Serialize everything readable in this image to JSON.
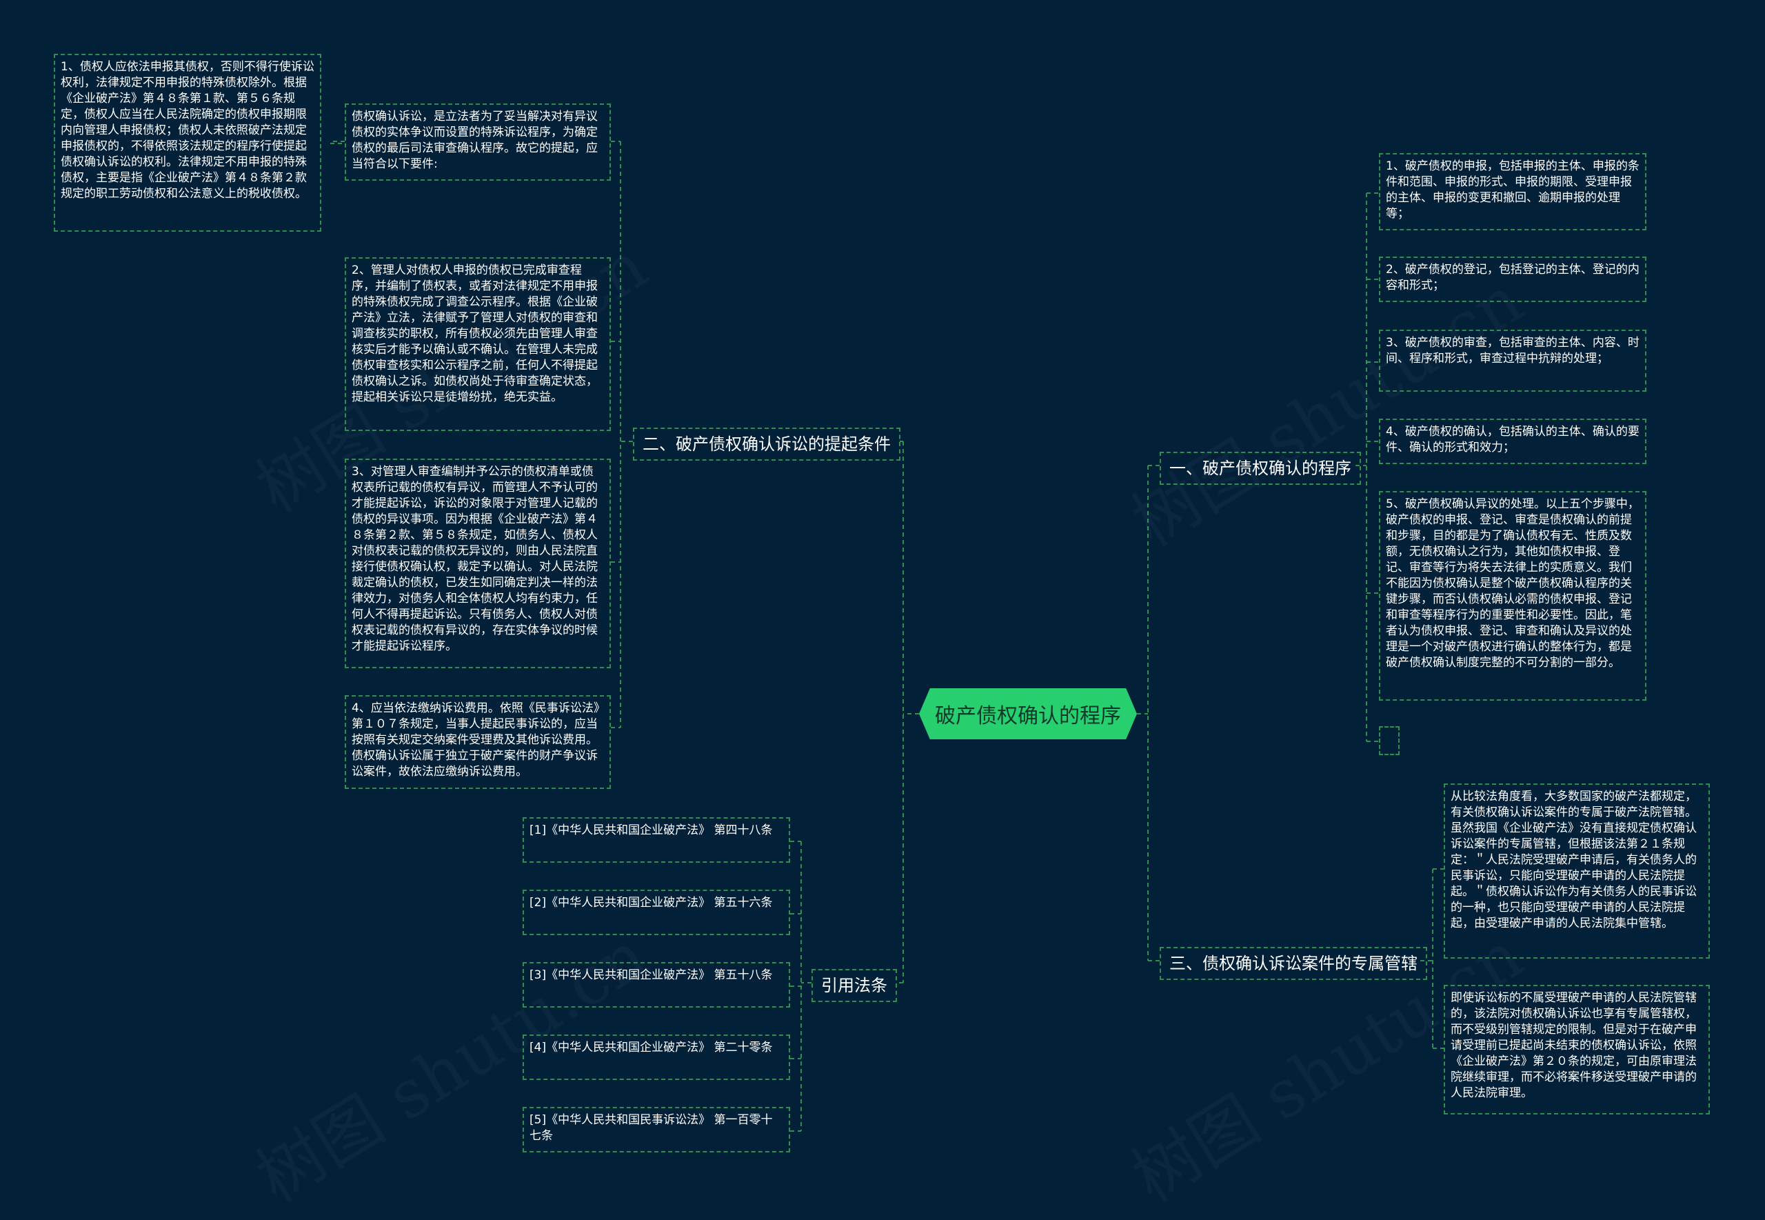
{
  "watermark": "树图 shutu.cn",
  "root": "破产债权确认的程序",
  "branches": {
    "procedure": "一、破产债权确认的程序",
    "conditions": "二、破产债权确认诉讼的提起条件",
    "jurisdiction": "三、债权确认诉讼案件的专属管辖",
    "laws": "引用法条"
  },
  "conditions_intro": "债权确认诉讼，是立法者为了妥当解决对有异议债权的实体争议而设置的特殊诉讼程序，为确定债权的最后司法审查确认程序。故它的提起，应当符合以下要件:",
  "conditions_items": [
    "1、债权人应依法申报其债权，否则不得行使诉讼权利，法律规定不用申报的特殊债权除外。根据《企业破产法》第４８条第１款、第５６条规定，债权人应当在人民法院确定的债权申报期限内向管理人申报债权；债权人未依照破产法规定申报债权的，不得依照该法规定的程序行使提起债权确认诉讼的权利。法律规定不用申报的特殊债权，主要是指《企业破产法》第４８条第２款规定的职工劳动债权和公法意义上的税收债权。",
    "2、管理人对债权人申报的债权已完成审查程序，并编制了债权表，或者对法律规定不用申报的特殊债权完成了调查公示程序。根据《企业破产法》立法，法律赋予了管理人对债权的审查和调查核实的职权，所有债权必须先由管理人审查核实后才能予以确认或不确认。在管理人未完成债权审查核实和公示程序之前，任何人不得提起债权确认之诉。如债权尚处于待审查确定状态，提起相关诉讼只是徒增纷扰，绝无实益。",
    "3、对管理人审查编制并予公示的债权清单或债权表所记载的债权有异议，而管理人不予认可的才能提起诉讼，诉讼的对象限于对管理人记载的债权的异议事项。因为根据《企业破产法》第４８条第２款、第５８条规定，如债务人、债权人对债权表记载的债权无异议的，则由人民法院直接行使债权确认权，裁定予以确认。对人民法院裁定确认的债权，已发生如同确定判决一样的法律效力，对债务人和全体债权人均有约束力，任何人不得再提起诉讼。只有债务人、债权人对债权表记载的债权有异议的，存在实体争议的时候才能提起诉讼程序。",
    "4、应当依法缴纳诉讼费用。依照《民事诉讼法》第１０７条规定，当事人提起民事诉讼的，应当按照有关规定交纳案件受理费及其他诉讼费用。债权确认诉讼属于独立于破产案件的财产争议诉讼案件，故依法应缴纳诉讼费用。"
  ],
  "procedure_items": [
    "1、破产债权的申报，包括申报的主体、申报的条件和范围、申报的形式、申报的期限、受理申报的主体、申报的变更和撤回、逾期申报的处理等；",
    "2、破产债权的登记，包括登记的主体、登记的内容和形式；",
    "3、破产债权的审查，包括审查的主体、内容、时间、程序和形式，审查过程中抗辩的处理；",
    "4、破产债权的确认，包括确认的主体、确认的要件、确认的形式和效力；",
    "5、破产债权确认异议的处理。以上五个步骤中，破产债权的申报、登记、审查是债权确认的前提和步骤，目的都是为了确认债权有无、性质及数额，无债权确认之行为，其他如债权申报、登记、审查等行为将失去法律上的实质意义。我们不能因为债权确认是整个破产债权确认程序的关键步骤，而否认债权确认必需的债权申报、登记和审查等程序行为的重要性和必要性。因此，笔者认为债权申报、登记、审查和确认及异议的处理是一个对破产债权进行确认的整体行为，都是破产债权确认制度完整的不可分割的一部分。"
  ],
  "jurisdiction_items": [
    "从比较法角度看，大多数国家的破产法都规定，有关债权确认诉讼案件的专属于破产法院管辖。虽然我国《企业破产法》没有直接规定债权确认诉讼案件的专属管辖，但根据该法第２１条规定：＂人民法院受理破产申请后，有关债务人的民事诉讼，只能向受理破产申请的人民法院提起。＂债权确认诉讼作为有关债务人的民事诉讼的一种，也只能向受理破产申请的人民法院提起，由受理破产申请的人民法院集中管辖。",
    "即使诉讼标的不属受理破产申请的人民法院管辖的，该法院对债权确认诉讼也享有专属管辖权，而不受级别管辖规定的限制。但是对于在破产申请受理前已提起尚未结束的债权确认诉讼，依照《企业破产法》第２０条的规定，可由原审理法院继续审理，而不必将案件移送受理破产申请的人民法院审理。"
  ],
  "law_items": [
    "[1]《中华人民共和国企业破产法》 第四十八条",
    "[2]《中华人民共和国企业破产法》 第五十六条",
    "[3]《中华人民共和国企业破产法》 第五十八条",
    "[4]《中华人民共和国企业破产法》 第二十零条",
    "[5]《中华人民共和国民事诉讼法》 第一百零十七条"
  ],
  "colors": {
    "background": "#032039",
    "root_fill": "#27cf6e",
    "connector": "#2f8f4f"
  }
}
